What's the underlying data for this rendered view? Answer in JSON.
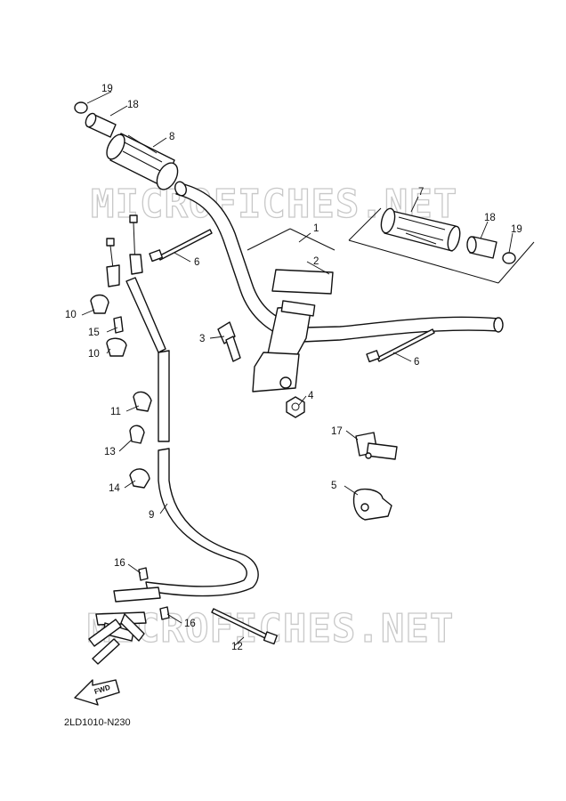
{
  "watermark": "MICROFICHES.NET",
  "diagram_code": "2LD1010-N230",
  "fwd_label": "FWD",
  "callouts": {
    "c19a": "19",
    "c18a": "18",
    "c8": "8",
    "c7": "7",
    "c18b": "18",
    "c19b": "19",
    "c1": "1",
    "c2": "2",
    "c6a": "6",
    "c6b": "6",
    "c3": "3",
    "c4": "4",
    "c10a": "10",
    "c15": "15",
    "c10b": "10",
    "c11": "11",
    "c13": "13",
    "c14": "14",
    "c9": "9",
    "c17": "17",
    "c5": "5",
    "c16a": "16",
    "c16b": "16",
    "c12": "12"
  }
}
